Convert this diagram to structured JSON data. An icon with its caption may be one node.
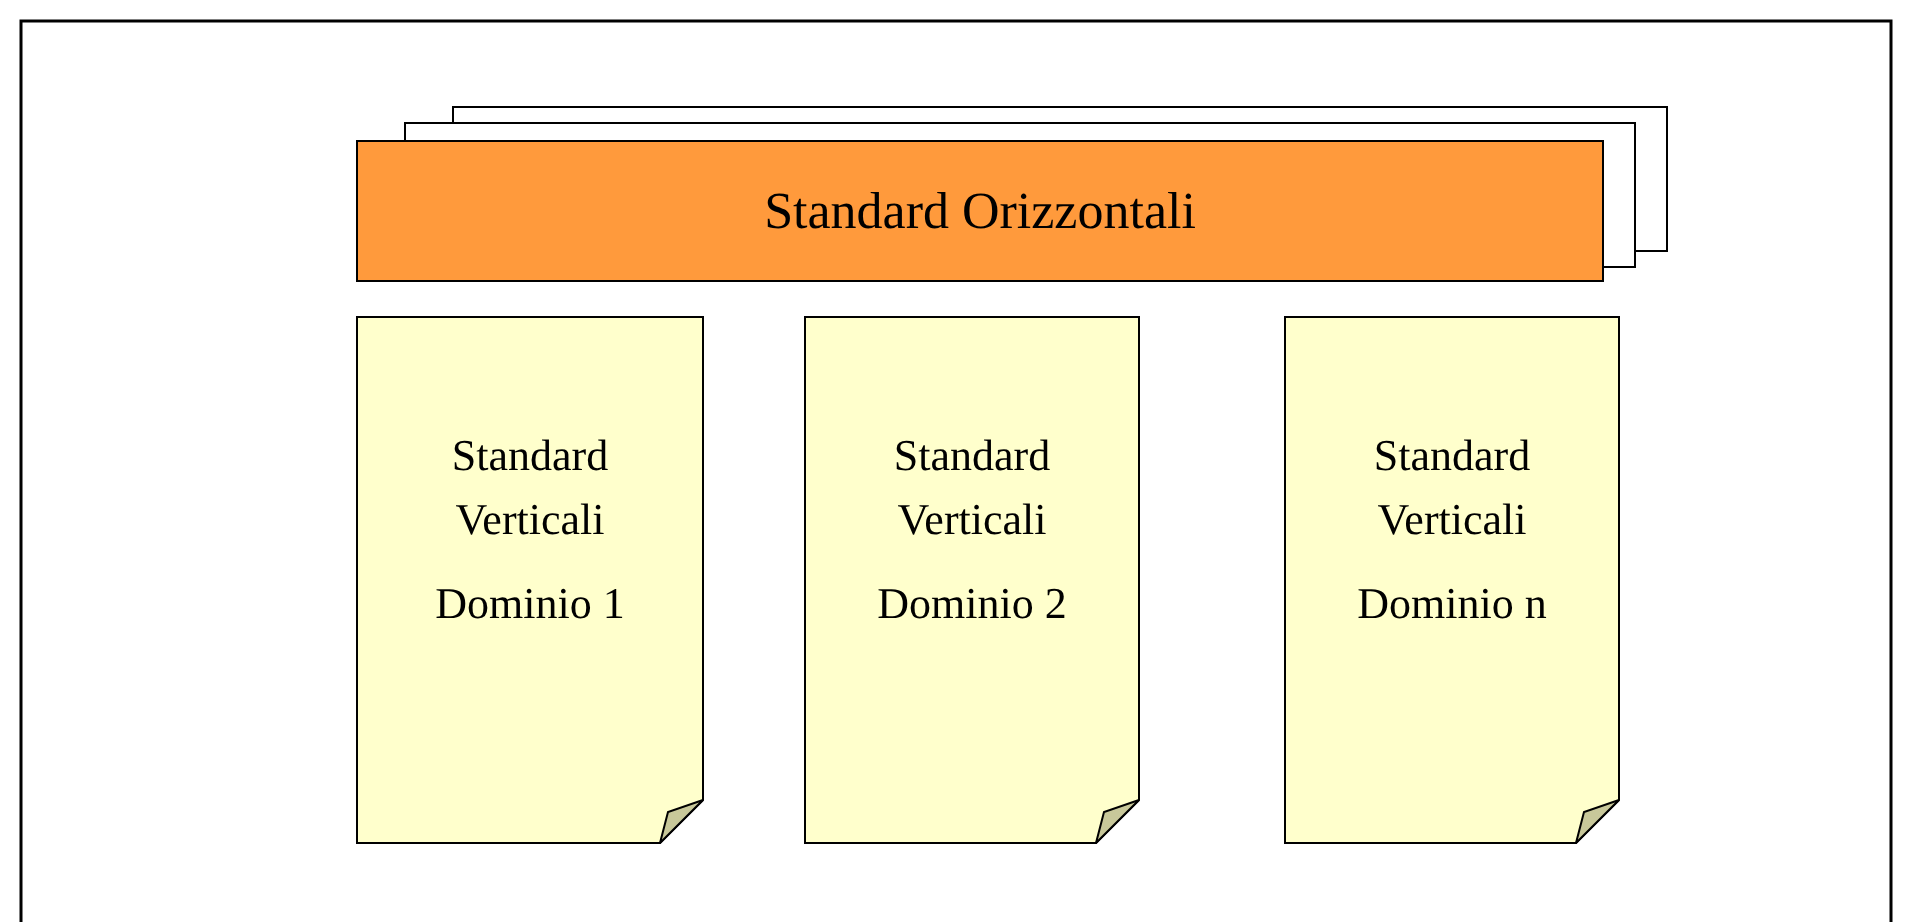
{
  "diagram": {
    "nodes": [
      {
        "text": [
          "Standard Orizzontali"
        ]
      },
      {
        "text": [
          "Standard Verticali",
          "Dominio 1"
        ]
      },
      {
        "text": [
          "Standard Verticali",
          "Dominio 2"
        ]
      },
      {
        "text": [
          "Standard Verticali",
          "Dominio n"
        ]
      }
    ]
  }
}
